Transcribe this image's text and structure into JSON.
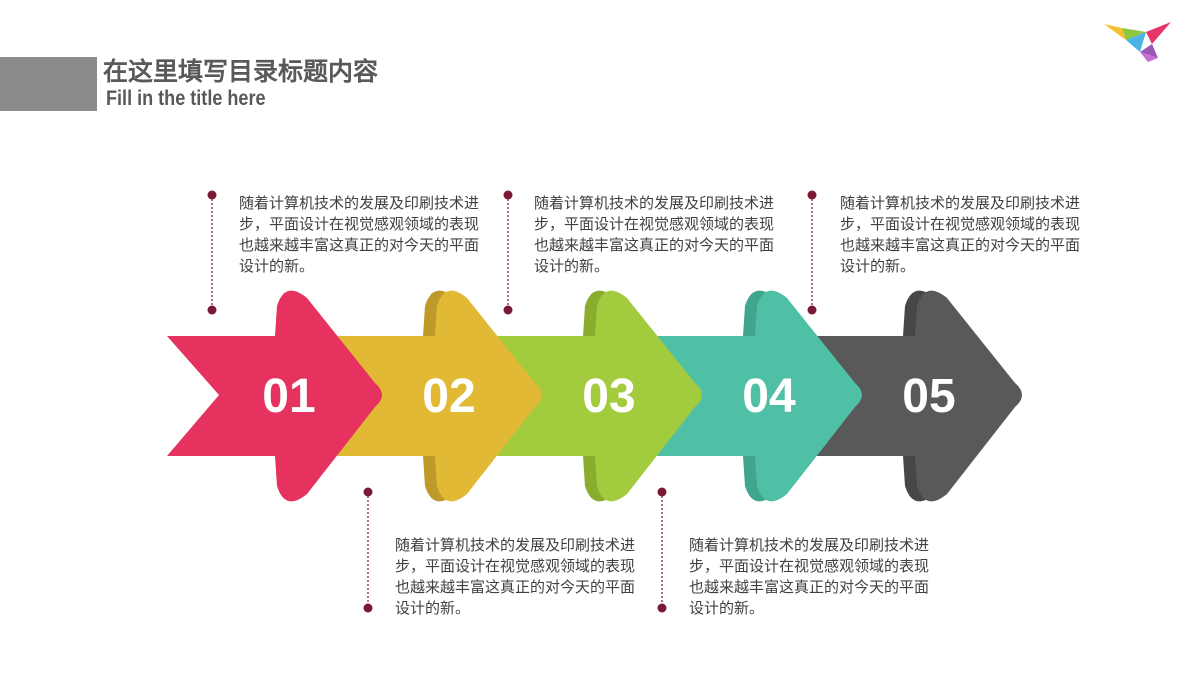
{
  "header": {
    "title_cn": "在这里填写目录标题内容",
    "title_en": "Fill in the title here"
  },
  "logo": {
    "icon": "colorful-origami-bird-icon"
  },
  "colors": {
    "arrow_1": "#e5325e",
    "arrow_2": "#e2b935",
    "arrow_3": "#a3cb3e",
    "arrow_4": "#4fc0a5",
    "arrow_5": "#595959",
    "connector": "#7a1a35"
  },
  "steps": [
    {
      "number": "01",
      "text": "随着计算机技术的发展及印刷技术进步，平面设计在视觉感观领域的表现也越来越丰富这真正的对今天的平面设计的新。"
    },
    {
      "number": "02",
      "text": "随着计算机技术的发展及印刷技术进步，平面设计在视觉感观领域的表现也越来越丰富这真正的对今天的平面设计的新。"
    },
    {
      "number": "03",
      "text": "随着计算机技术的发展及印刷技术进步，平面设计在视觉感观领域的表现也越来越丰富这真正的对今天的平面设计的新。"
    },
    {
      "number": "04",
      "text": "随着计算机技术的发展及印刷技术进步，平面设计在视觉感观领域的表现也越来越丰富这真正的对今天的平面设计的新。"
    },
    {
      "number": "05",
      "text": ""
    }
  ]
}
